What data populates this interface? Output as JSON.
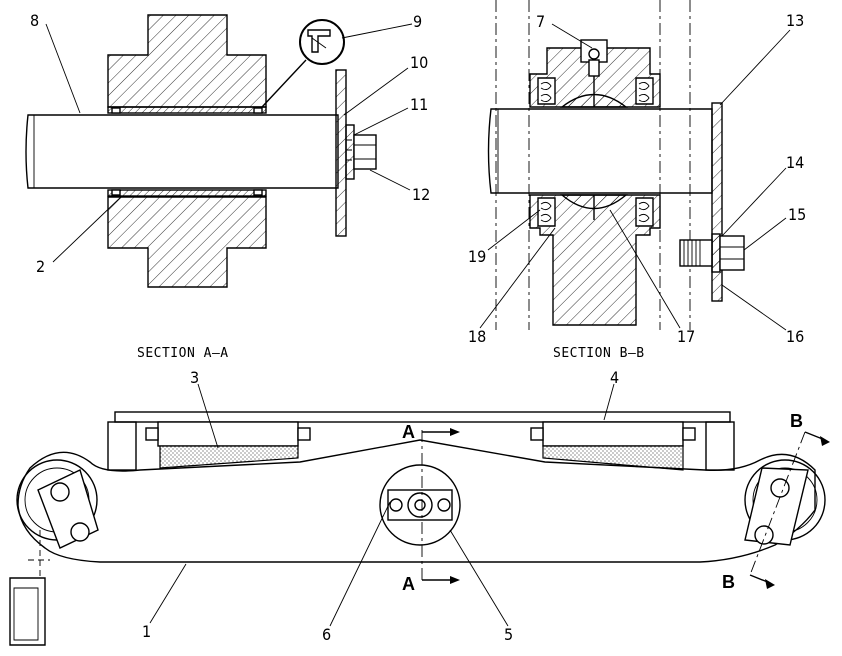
{
  "section_titles": {
    "a": "SECTION A–A",
    "b": "SECTION B–B"
  },
  "section_markers": {
    "a_top": "A",
    "a_bottom": "A",
    "b_top": "B",
    "b_bottom": "B"
  },
  "callouts": {
    "c1": "1",
    "c2": "2",
    "c3": "3",
    "c4": "4",
    "c5": "5",
    "c6": "6",
    "c7": "7",
    "c8": "8",
    "c9": "9",
    "c10": "10",
    "c11": "11",
    "c12": "12",
    "c13": "13",
    "c14": "14",
    "c15": "15",
    "c16": "16",
    "c17": "17",
    "c18": "18",
    "c19": "19"
  }
}
